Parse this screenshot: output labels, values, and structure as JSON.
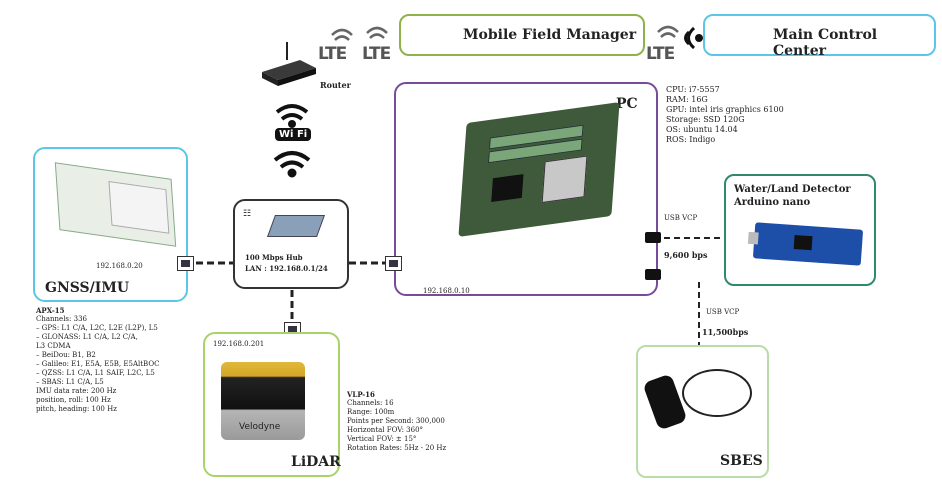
{
  "nodes": {
    "mobile_field_manager": "Mobile Field Manager",
    "main_control_center": "Main Control Center",
    "pc": "PC",
    "router": "Router",
    "hub_line1": "100 Mbps Hub",
    "hub_line2": "LAN : 192.168.0.1/24",
    "gnss": "GNSS/IMU",
    "lidar": "LiDAR",
    "water_land_line1": "Water/Land Detector",
    "water_land_line2": "Arduino nano",
    "sbes": "SBES",
    "wifi_badge": "Wi Fi",
    "lidar_brand": "Velodyne"
  },
  "lte_labels": [
    "LTE",
    "LTE",
    "LTE"
  ],
  "ips": {
    "gnss_ip": "192.168.0.20",
    "pc_ip": "192.168.0.10",
    "lidar_ip": "192.168.0.201"
  },
  "pc_specs": [
    "CPU: i7-5557",
    "RAM: 16G",
    "GPU: intel iris graphics 6100",
    "Storage: SSD 120G",
    "OS: ubuntu 14.04",
    "ROS: Indigo"
  ],
  "usb": {
    "vcp1": "USB VCP",
    "baud1": "9,600 bps",
    "vcp2": "USB VCP",
    "baud2": "11,500bps"
  },
  "gnss_specs": [
    "APX-15",
    "Channels: 336",
    "– GPS: L1 C/A, L2C, L2E (L2P), L5",
    "– GLONASS: L1 C/A, L2 C/A,",
    "   L3 CDMA",
    "– BeiDou: B1, B2",
    "– Galileo: E1, E5A, E5B, E5AltBOC",
    "– QZSS: L1 C/A, L1 SAIF, L2C, L5",
    "– SBAS: L1 C/A, L5",
    "IMU data rate: 200 Hz",
    "position, roll: 100 Hz",
    "pitch, heading: 100 Hz"
  ],
  "lidar_specs": [
    "VLP-16",
    "Channels: 16",
    "Range: 100m",
    "Points per Second: 300,000",
    "Horizontal FOV: 360°",
    "Vertical FOV: ± 15°",
    "Rotation Rates: 5Hz - 20 Hz"
  ],
  "colors": {
    "mobile_border": "#8fb34a",
    "main_border": "#5bc6e8",
    "pc_border": "#7a4a9a",
    "gnss_border": "#5bc6e8",
    "lidar_border": "#a7d36a",
    "water_border": "#2f8a6a",
    "sbes_border": "#b9dca8",
    "hub_border": "#333333"
  },
  "icons": [
    "wifi-icon",
    "router-icon",
    "hub-icon",
    "ethernet-port-icon",
    "usb-icon"
  ]
}
